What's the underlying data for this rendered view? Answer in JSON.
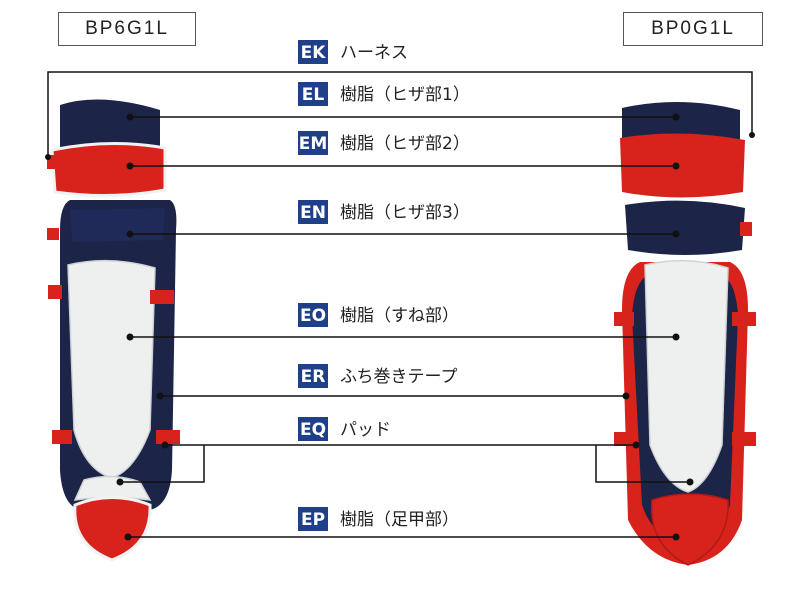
{
  "models": {
    "left": "BP6G1L",
    "right": "BP0G1L"
  },
  "parts": [
    {
      "code": "EK",
      "label": "ハーネス"
    },
    {
      "code": "EL",
      "label": "樹脂（ヒザ部1）"
    },
    {
      "code": "EM",
      "label": "樹脂（ヒザ部2）"
    },
    {
      "code": "EN",
      "label": "樹脂（ヒザ部3）"
    },
    {
      "code": "EO",
      "label": "樹脂（すね部）"
    },
    {
      "code": "ER",
      "label": "ふち巻きテープ"
    },
    {
      "code": "EQ",
      "label": "パッド"
    },
    {
      "code": "EP",
      "label": "樹脂（足甲部）"
    }
  ],
  "colors": {
    "badge": "#1f3f8a",
    "red": "#d8231c",
    "navy": "#1c2447",
    "white": "#eef0f0"
  }
}
